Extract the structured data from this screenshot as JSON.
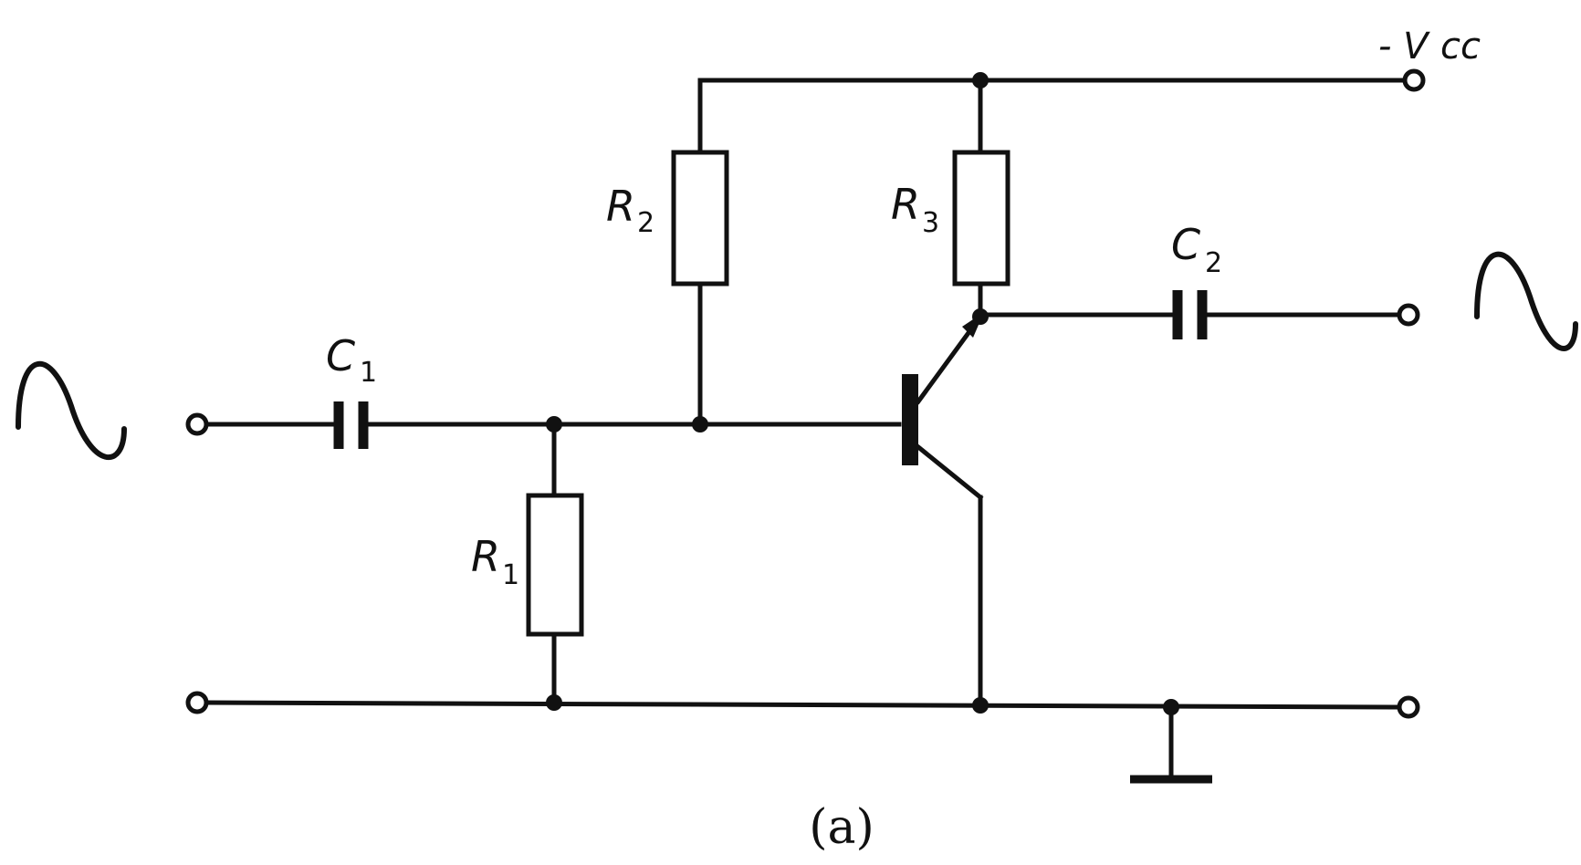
{
  "labels": {
    "r1": {
      "main": "R",
      "sub": "1"
    },
    "r2": {
      "main": "R",
      "sub": "2"
    },
    "r3": {
      "main": "R",
      "sub": "3"
    },
    "c1": {
      "main": "C",
      "sub": "1"
    },
    "c2": {
      "main": "C",
      "sub": "2"
    },
    "supply": "- V",
    "supply_sub": "cc"
  },
  "caption": "(a)"
}
